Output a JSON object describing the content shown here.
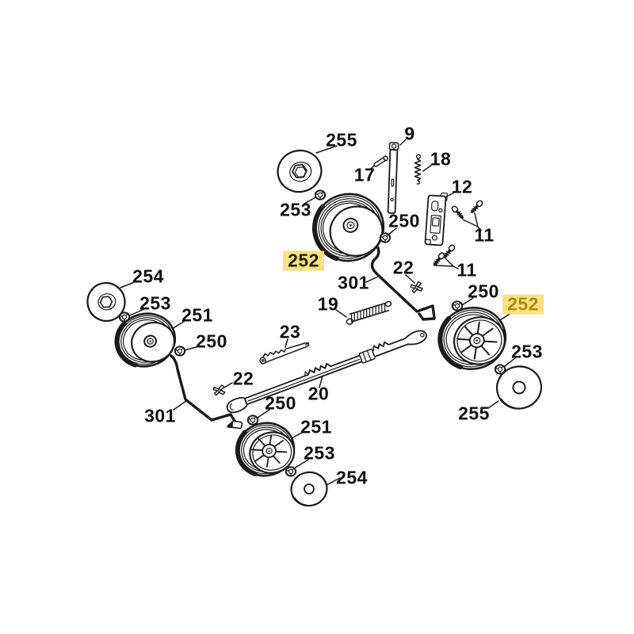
{
  "page": {
    "background": "#ffffff"
  },
  "diagram": {
    "kind": "exploded-parts-diagram",
    "subject": "lawn mower wheel and height adjuster assembly",
    "colors": {
      "line": "#1a1a1a",
      "label_text": "#111111",
      "highlight_bg": "#f6e27f",
      "highlight_text_dark": "#262007",
      "highlight_text_gold": "#a98f13"
    },
    "labels": [
      {
        "id": "255-top",
        "text": "255",
        "style": "plain"
      },
      {
        "id": "253-top",
        "text": "253",
        "style": "plain"
      },
      {
        "id": "252-top",
        "text": "252",
        "style": "hl-dark"
      },
      {
        "id": "9",
        "text": "9",
        "style": "plain"
      },
      {
        "id": "17",
        "text": "17",
        "style": "plain"
      },
      {
        "id": "18",
        "text": "18",
        "style": "plain"
      },
      {
        "id": "12",
        "text": "12",
        "style": "plain"
      },
      {
        "id": "11-upper",
        "text": "11",
        "style": "plain"
      },
      {
        "id": "250-top",
        "text": "250",
        "style": "plain"
      },
      {
        "id": "11-lower",
        "text": "11",
        "style": "plain"
      },
      {
        "id": "22-upper",
        "text": "22",
        "style": "plain"
      },
      {
        "id": "301-upper",
        "text": "301",
        "style": "plain"
      },
      {
        "id": "254-left",
        "text": "254",
        "style": "plain"
      },
      {
        "id": "253-left",
        "text": "253",
        "style": "plain"
      },
      {
        "id": "251-left",
        "text": "251",
        "style": "plain"
      },
      {
        "id": "250-left",
        "text": "250",
        "style": "plain"
      },
      {
        "id": "19",
        "text": "19",
        "style": "plain"
      },
      {
        "id": "23",
        "text": "23",
        "style": "plain"
      },
      {
        "id": "22-lower",
        "text": "22",
        "style": "plain"
      },
      {
        "id": "20",
        "text": "20",
        "style": "plain"
      },
      {
        "id": "250-bottom",
        "text": "250",
        "style": "plain"
      },
      {
        "id": "251-bottom",
        "text": "251",
        "style": "plain"
      },
      {
        "id": "253-bottom",
        "text": "253",
        "style": "plain"
      },
      {
        "id": "254-bottom",
        "text": "254",
        "style": "plain"
      },
      {
        "id": "301-lower",
        "text": "301",
        "style": "plain"
      },
      {
        "id": "250-right",
        "text": "250",
        "style": "plain"
      },
      {
        "id": "252-right",
        "text": "252",
        "style": "hl-gold"
      },
      {
        "id": "253-right",
        "text": "253",
        "style": "plain"
      },
      {
        "id": "255-right",
        "text": "255",
        "style": "plain"
      }
    ]
  }
}
